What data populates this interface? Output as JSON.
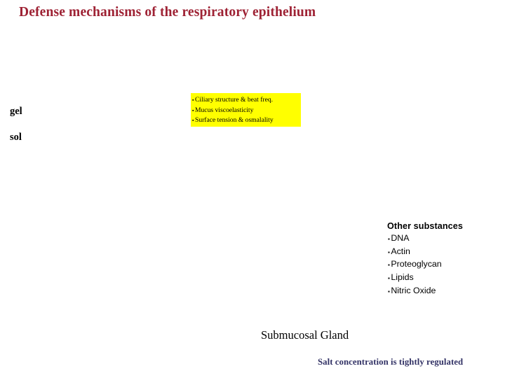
{
  "slide": {
    "title": "Defense mechanisms of the respiratory epithelium",
    "title_color": "#9e2234",
    "background_color": "#ffffff"
  },
  "layers": {
    "gel_label": "gel",
    "sol_label": "sol"
  },
  "yellow_callout": {
    "background_color": "#ffff00",
    "bullet_glyph": "▪",
    "items": [
      "Ciliary structure & beat freq.",
      "Mucus viscoelasticity",
      "Surface tension & osmalality"
    ]
  },
  "other_substances": {
    "heading": "Other substances",
    "bullet_glyph": "▪",
    "items": [
      "DNA",
      "Actin",
      "Proteoglycan",
      "Lipids",
      "Nitric Oxide"
    ]
  },
  "gland_caption": "Submucosal Gland",
  "bottom_note": {
    "text": "Salt concentration is tightly regulated",
    "color": "#333366"
  }
}
